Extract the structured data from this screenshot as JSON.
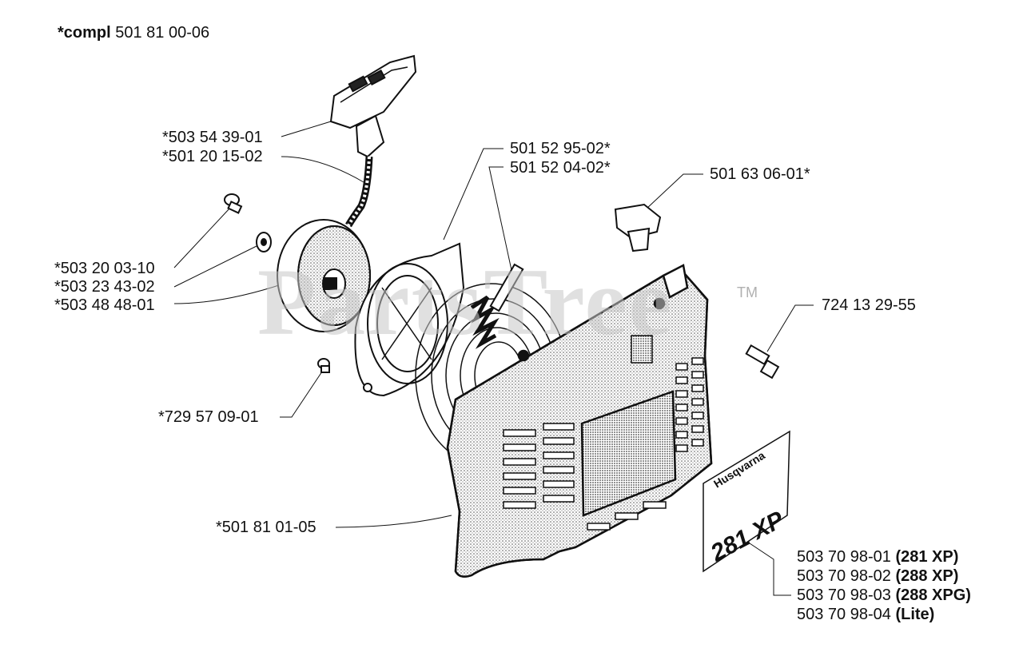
{
  "header": {
    "compl_prefix": "*compl",
    "compl_number": "501 81 00-06"
  },
  "watermark": {
    "text": "PartsTree",
    "tm": "TM"
  },
  "labels": {
    "handle": "*503 54 39-01",
    "cord": "*501 20 15-02",
    "spring_a": "501 52 95-02*",
    "spring_b": "501 52 04-02*",
    "grommet": "501 63 06-01*",
    "screw_top": "*503 20 03-10",
    "washer": "*503 23 43-02",
    "pulley": "*503 48 48-01",
    "bolt": "724 13 29-55",
    "screw_small": "*729 57 09-01",
    "cover": "*501 81 01-05"
  },
  "decal": {
    "brand": "Husqvarna",
    "model": "281 XP",
    "parts": [
      {
        "number": "503 70 98-01",
        "model": "(281 XP)"
      },
      {
        "number": "503 70 98-02",
        "model": "(288 XP)"
      },
      {
        "number": "503 70 98-03",
        "model": "(288 XPG)"
      },
      {
        "number": "503 70 98-04",
        "model": "(Lite)"
      }
    ]
  },
  "colors": {
    "ink": "#111111",
    "watermark": "#c8c8c8"
  }
}
